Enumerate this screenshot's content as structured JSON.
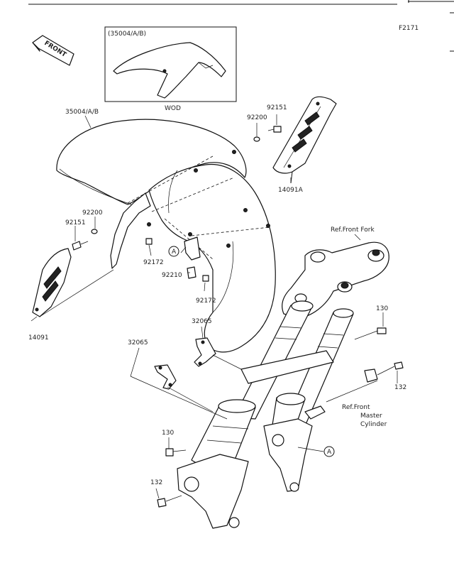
{
  "figure_code": "F2171",
  "inset": {
    "title": "(35004/A/B)",
    "caption": "WOD"
  },
  "front_badge": "FRONT",
  "callouts": {
    "fender_top": "35004/A/B",
    "bolt_92151_top": "92151",
    "washer_92200_top": "92200",
    "cover_14091A": "14091A",
    "washer_92200_left": "92200",
    "bolt_92151_left": "92151",
    "cover_14091": "14091",
    "screw_92172_a": "92172",
    "collar_92210": "92210",
    "screw_92172_b": "92172",
    "ref_front_fork": "Ref.Front Fork",
    "bolt_130_right": "130",
    "bolt_132_right": "132",
    "bracket_32065_a": "32065",
    "bracket_32065_b": "32065",
    "ref_master_line1": "Ref.Front",
    "ref_master_line2": "Master",
    "ref_master_line3": "Cylinder",
    "bolt_130_left": "130",
    "bolt_132_left": "132",
    "marker_a1": "A",
    "marker_a2": "A"
  }
}
